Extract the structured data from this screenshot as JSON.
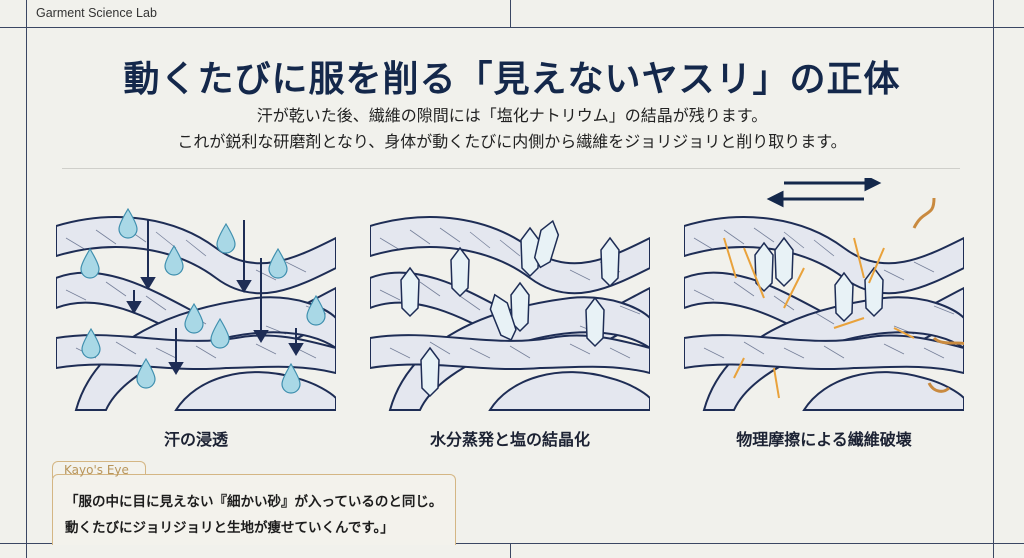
{
  "header": {
    "brand": "Garment Science Lab"
  },
  "main": {
    "title": "動くたびに服を削る「見えないヤスリ」の正体",
    "subtitle_lines": [
      "汗が乾いた後、繊維の隙間には「塩化ナトリウム」の結晶が残ります。",
      "これが鋭利な研磨剤となり、身体が動くたびに内側から繊維をジョリジョリと削り取ります。"
    ],
    "panels": [
      {
        "label": "汗の浸透",
        "icon": "sweat-drops-on-fibers"
      },
      {
        "label": "水分蒸発と塩の結晶化",
        "icon": "salt-crystals-in-fibers"
      },
      {
        "label": "物理摩擦による繊維破壊",
        "icon": "friction-fiber-damage"
      }
    ]
  },
  "callout": {
    "title": "Kayo's Eye",
    "lines": [
      "「服の中に目に見えない『細かい砂』が入っているのと同じ。",
      "動くたびにジョリジョリと生地が痩せていくんです。」"
    ]
  },
  "colors": {
    "navy": "#14284b",
    "drop": "#a9d8e6",
    "accent": "#e9a23b",
    "callout_border": "#d4b684"
  }
}
